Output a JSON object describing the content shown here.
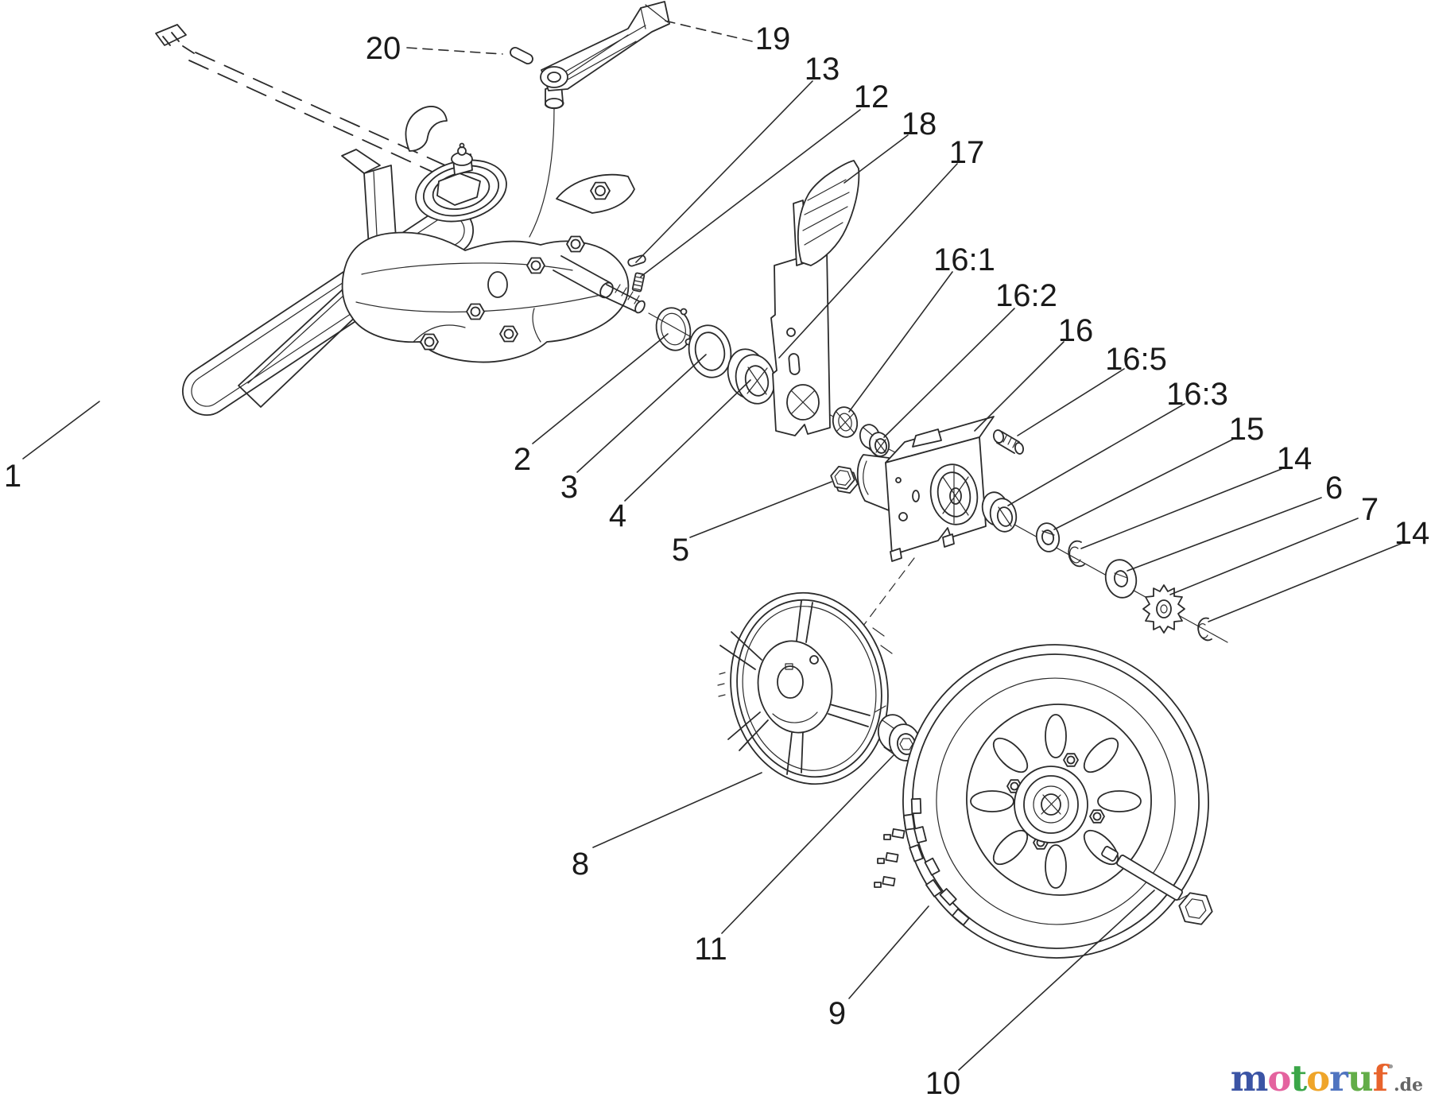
{
  "diagram": {
    "type": "exploded-parts-diagram",
    "background_color": "#ffffff",
    "line_color": "#2b2b2b",
    "callouts": [
      {
        "id": "c1",
        "label": "1"
      },
      {
        "id": "c2",
        "label": "2"
      },
      {
        "id": "c3",
        "label": "3"
      },
      {
        "id": "c4",
        "label": "4"
      },
      {
        "id": "c5",
        "label": "5"
      },
      {
        "id": "c6",
        "label": "6"
      },
      {
        "id": "c7",
        "label": "7"
      },
      {
        "id": "c8",
        "label": "8"
      },
      {
        "id": "c9",
        "label": "9"
      },
      {
        "id": "c10",
        "label": "10"
      },
      {
        "id": "c11",
        "label": "11"
      },
      {
        "id": "c12",
        "label": "12"
      },
      {
        "id": "c13",
        "label": "13"
      },
      {
        "id": "c14a",
        "label": "14"
      },
      {
        "id": "c15",
        "label": "15"
      },
      {
        "id": "c16",
        "label": "16"
      },
      {
        "id": "c16-1",
        "label": "16:1"
      },
      {
        "id": "c16-2",
        "label": "16:2"
      },
      {
        "id": "c16-3",
        "label": "16:3"
      },
      {
        "id": "c16-5",
        "label": "16:5"
      },
      {
        "id": "c17",
        "label": "17"
      },
      {
        "id": "c18",
        "label": "18"
      },
      {
        "id": "c19",
        "label": "19"
      },
      {
        "id": "c20",
        "label": "20"
      },
      {
        "id": "c14b",
        "label": "14"
      }
    ],
    "watermark": {
      "letters": [
        {
          "ch": "m",
          "css": "color:#3b54a5"
        },
        {
          "ch": "o",
          "css": "color:#e4639f"
        },
        {
          "ch": "t",
          "css": "color:#3aa648"
        },
        {
          "ch": "o",
          "css": "color:#efa52a"
        },
        {
          "ch": "r",
          "css": "color:#4f74c0"
        },
        {
          "ch": "u",
          "css": "color:#63ad48"
        },
        {
          "ch": "f",
          "css": "color:#e8632c"
        }
      ],
      "suffix": ".de"
    }
  }
}
